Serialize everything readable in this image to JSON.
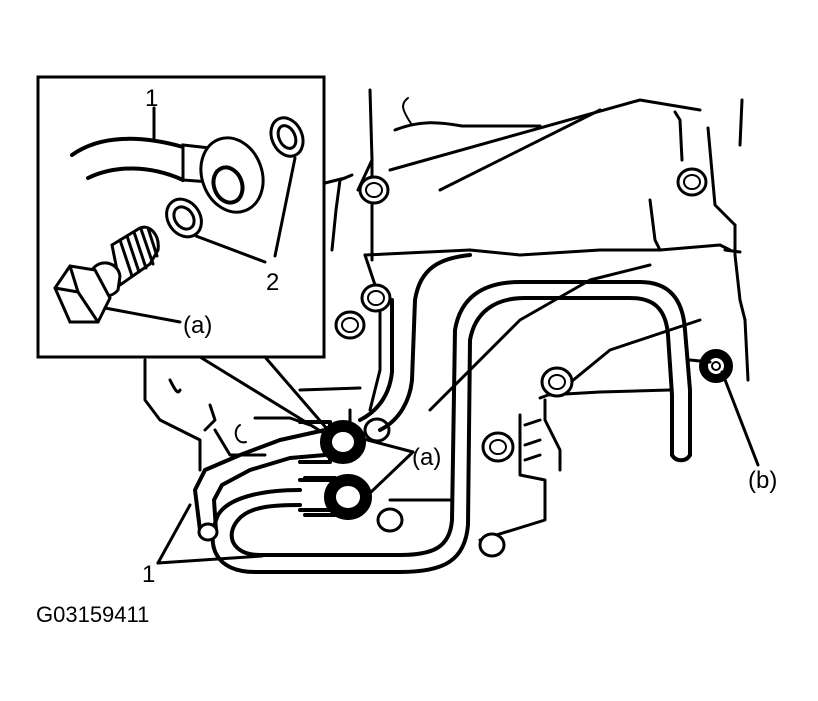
{
  "labels": {
    "inset_hose": "1",
    "inset_gasket": "2",
    "inset_bolt": "(a)",
    "main_bolt": "(a)",
    "main_bolt_b": "(b)",
    "main_hose": "1"
  },
  "figure_code": "G03159411"
}
